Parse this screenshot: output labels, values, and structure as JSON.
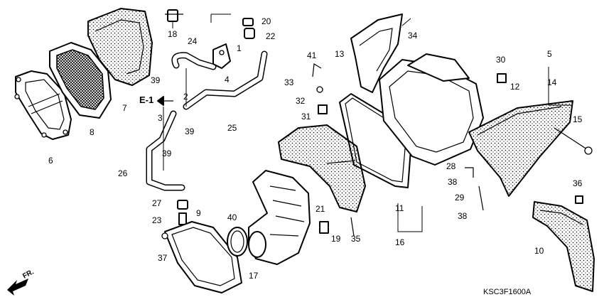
{
  "diagram": {
    "code": "KSC3F1600A",
    "reference": "E-1",
    "direction": "FR.",
    "labels": [
      "1",
      "2",
      "3",
      "4",
      "5",
      "6",
      "7",
      "8",
      "9",
      "10",
      "11",
      "12",
      "13",
      "14",
      "15",
      "16",
      "17",
      "18",
      "19",
      "20",
      "21",
      "22",
      "23",
      "24",
      "25",
      "26",
      "27",
      "28",
      "29",
      "30",
      "31",
      "32",
      "33",
      "34",
      "35",
      "36",
      "37",
      "38",
      "38",
      "39",
      "39",
      "39",
      "40",
      "41"
    ]
  }
}
